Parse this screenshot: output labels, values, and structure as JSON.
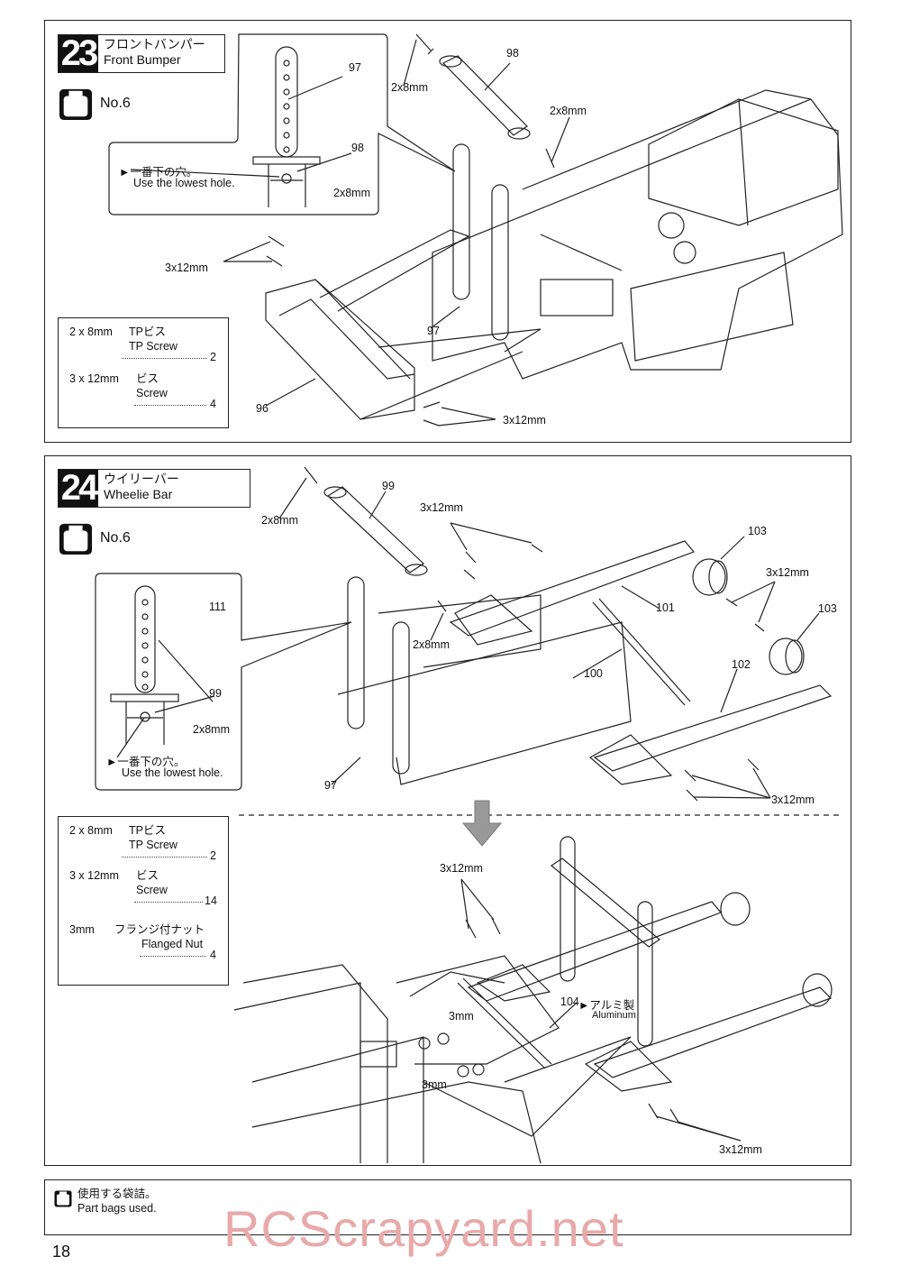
{
  "step23": {
    "number": "23",
    "title_jp": "フロントバンパー",
    "title_en": "Front Bumper",
    "bag": "No.6",
    "note_jp": "►一番下の穴。",
    "note_en": "Use the lowest hole.",
    "labels": {
      "p97a": "97",
      "p98a": "98",
      "p98b": "98",
      "p97b": "97",
      "p96": "96",
      "s1": "2x8mm",
      "s2": "2x8mm",
      "s3": "2x8mm",
      "s4": "3x12mm",
      "s5": "3x12mm"
    },
    "parts": [
      {
        "size": "2 x 8mm",
        "name_jp": "TPビス",
        "name_en": "TP Screw",
        "qty": "2"
      },
      {
        "size": "3 x 12mm",
        "name_jp": "ビス",
        "name_en": "Screw",
        "qty": "4"
      }
    ]
  },
  "step24": {
    "number": "24",
    "title_jp": "ウイリーバー",
    "title_en": "Wheelie Bar",
    "bag": "No.6",
    "note_jp": "►一番下の穴。",
    "note_en": "Use the lowest hole.",
    "labels": {
      "p99a": "99",
      "p111": "111",
      "p99b": "99",
      "p97": "97",
      "p101": "101",
      "p100": "100",
      "p102": "102",
      "p103a": "103",
      "p103b": "103",
      "p104": "104",
      "s1": "2x8mm",
      "s2": "2x8mm",
      "s3": "2x8mm",
      "s4": "3x12mm",
      "s5": "3x12mm",
      "s6": "3x12mm",
      "s7": "3x12mm",
      "s8": "3x12mm",
      "n1": "3mm",
      "n2": "3mm",
      "alu_jp": "►アルミ製",
      "alu_en": "Aluminum"
    },
    "parts": [
      {
        "size": "2 x 8mm",
        "name_jp": "TPビス",
        "name_en": "TP Screw",
        "qty": "2"
      },
      {
        "size": "3 x 12mm",
        "name_jp": "ビス",
        "name_en": "Screw",
        "qty": "14"
      },
      {
        "size": "3mm",
        "name_jp": "フランジ付ナット",
        "name_en": "Flanged Nut",
        "qty": "4"
      }
    ]
  },
  "footer": {
    "bags_jp": "使用する袋詰。",
    "bags_en": "Part bags used."
  },
  "page_number": "18",
  "watermark": "RCScrapyard.net"
}
